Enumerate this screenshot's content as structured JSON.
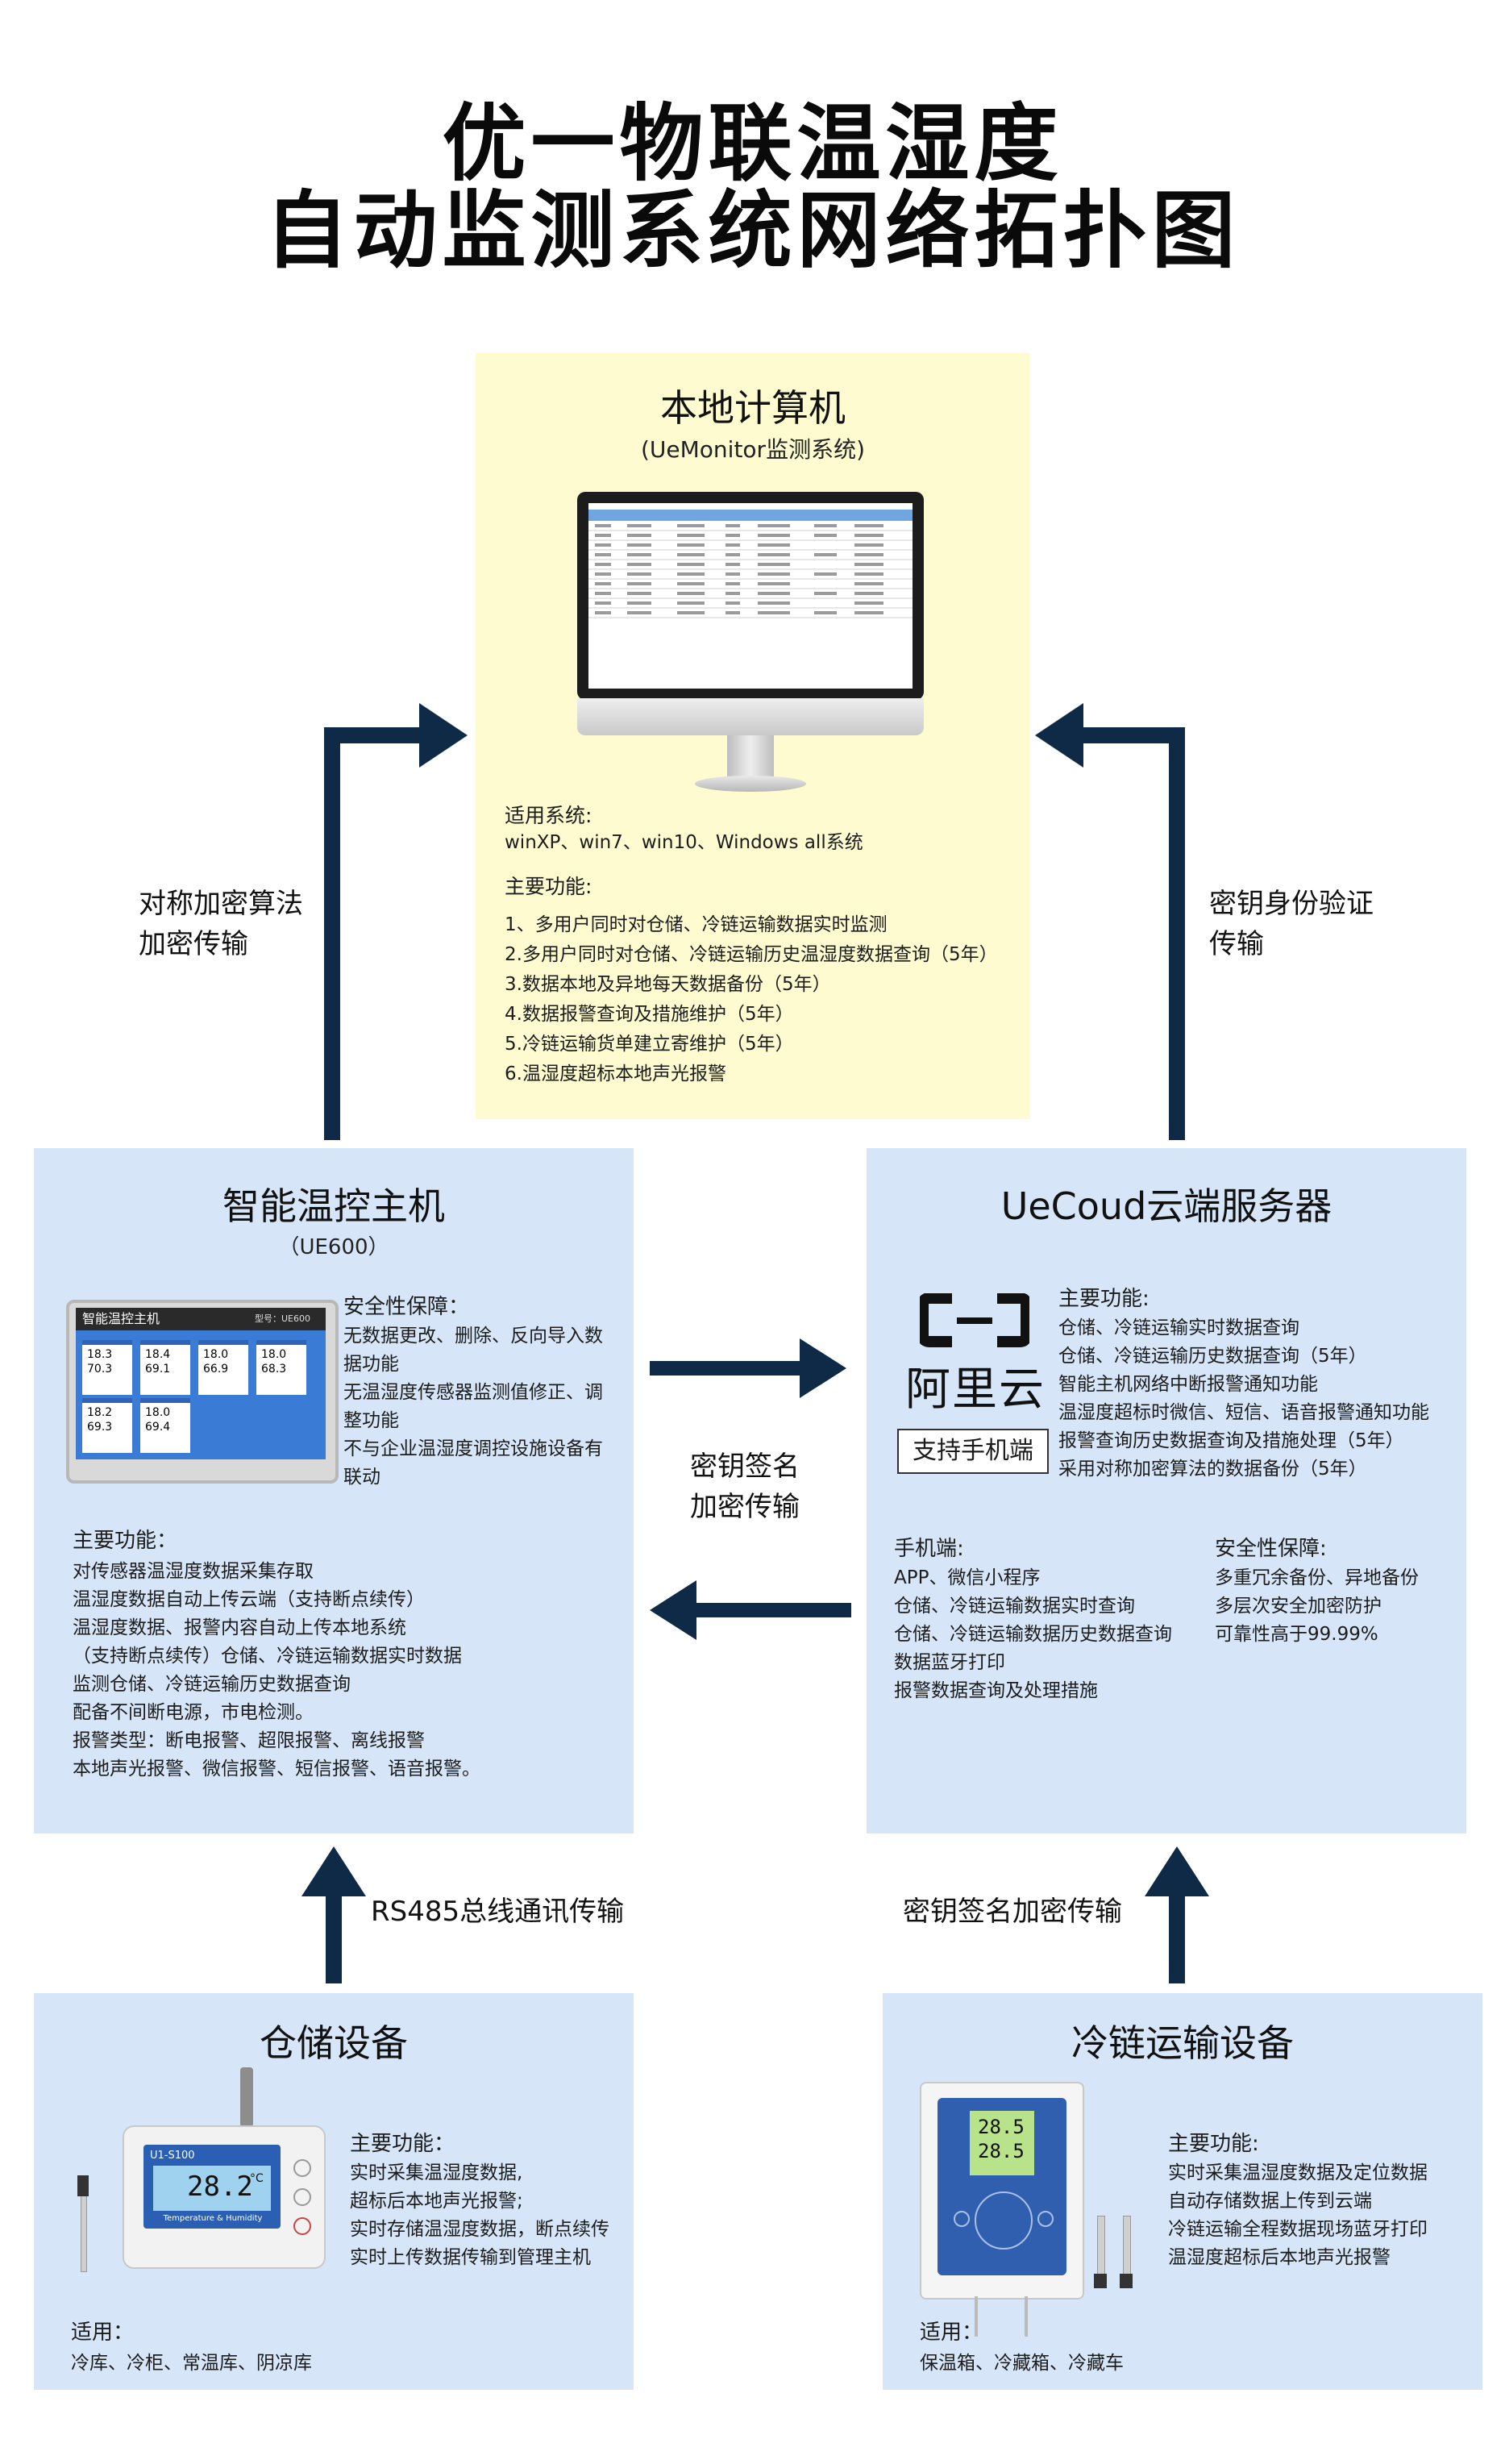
{
  "title": {
    "line1": "优一物联温湿度",
    "line2": "自动监测系统网络拓扑图"
  },
  "local_pc": {
    "title": "本地计算机",
    "subtitle": "(UeMonitor监测系统)",
    "systems_label": "适用系统:",
    "systems_value": "winXP、win7、win10、Windows all系统",
    "functions_label": "主要功能:",
    "functions": [
      "1、多用户同时对仓储、冷链运输数据实时监测",
      "2.多用户同时对仓储、冷链运输历史温湿度数据查询（5年）",
      "3.数据本地及异地每天数据备份（5年）",
      "4.数据报警查询及措施维护（5年）",
      "5.冷链运输货单建立寄维护（5年）",
      "6.温湿度超标本地声光报警"
    ]
  },
  "links": {
    "left_up": "对称加密算法\n加密传输",
    "right_up": "密钥身份验证\n传输",
    "middle": "密钥签名\n加密传输",
    "bottom_left": "RS485总线通讯传输",
    "bottom_right": "密钥签名加密传输"
  },
  "host": {
    "title": "智能温控主机",
    "subtitle": "（UE600）",
    "device_label": "智能温控主机",
    "device_id": "型号：UE600",
    "security_label": "安全性保障：",
    "security": "无数据更改、删除、反向导入数\n据功能\n无温湿度传感器监测值修正、调\n整功能\n不与企业温湿度调控设施设备有\n联动",
    "functions_label": "主要功能：",
    "functions": "对传感器温湿度数据采集存取\n温湿度数据自动上传云端（支持断点续传）\n温湿度数据、报警内容自动上传本地系统\n（支持断点续传）仓储、冷链运输数据实时数据\n监测仓储、冷链运输历史数据查询\n配备不间断电源，市电检测。\n报警类型：断电报警、超限报警、离线报警\n本地声光报警、微信报警、短信报警、语音报警。",
    "tiles": [
      {
        "t": "18.3",
        "h": "70.3"
      },
      {
        "t": "18.4",
        "h": "69.1"
      },
      {
        "t": "18.0",
        "h": "66.9"
      },
      {
        "t": "18.0",
        "h": "68.3"
      },
      {
        "t": "18.2",
        "h": "69.3"
      },
      {
        "t": "18.0",
        "h": "69.4"
      }
    ]
  },
  "cloud": {
    "title": "UeCoud云端服务器",
    "brand": "阿里云",
    "mobile_label": "支持手机端",
    "functions_label": "主要功能:",
    "functions": "仓储、冷链运输实时数据查询\n仓储、冷链运输历史数据查询（5年）\n智能主机网络中断报警通知功能\n温湿度超标时微信、短信、语音报警通知功能\n报警查询历史数据查询及措施处理（5年）\n采用对称加密算法的数据备份（5年）",
    "mobile_title": "手机端:",
    "mobile_items": "APP、微信小程序\n仓储、冷链运输数据实时查询\n仓储、冷链运输数据历史数据查询\n数据蓝牙打印\n报警数据查询及处理措施",
    "security_title": "安全性保障:",
    "security_items": "多重冗余备份、异地备份\n多层次安全加密防护\n可靠性高于99.99%"
  },
  "storage": {
    "title": "仓储设备",
    "device_model": "U1-S100",
    "device_value": "28.2",
    "device_unit": "°C",
    "device_caption": "Temperature & Humidity",
    "functions_label": "主要功能：",
    "functions": "实时采集温湿度数据,\n超标后本地声光报警;\n实时存储温湿度数据，断点续传\n实时上传数据传输到管理主机",
    "usage_label": "适用：",
    "usage": "冷库、冷柜、常温库、阴凉库"
  },
  "coldchain": {
    "title": "冷链运输设备",
    "device_value1": "28.5",
    "device_value2": "28.5",
    "functions_label": "主要功能:",
    "functions": "实时采集温湿度数据及定位数据\n自动存储数据上传到云端\n冷链运输全程数据现场蓝牙打印\n温湿度超标后本地声光报警",
    "usage_label": "适用：",
    "usage": "保温箱、冷藏箱、冷藏车"
  },
  "colors": {
    "arrow": "#0e2a47",
    "panel_blue": "#d6e6f8",
    "panel_yellow": "#fdfbcf"
  }
}
